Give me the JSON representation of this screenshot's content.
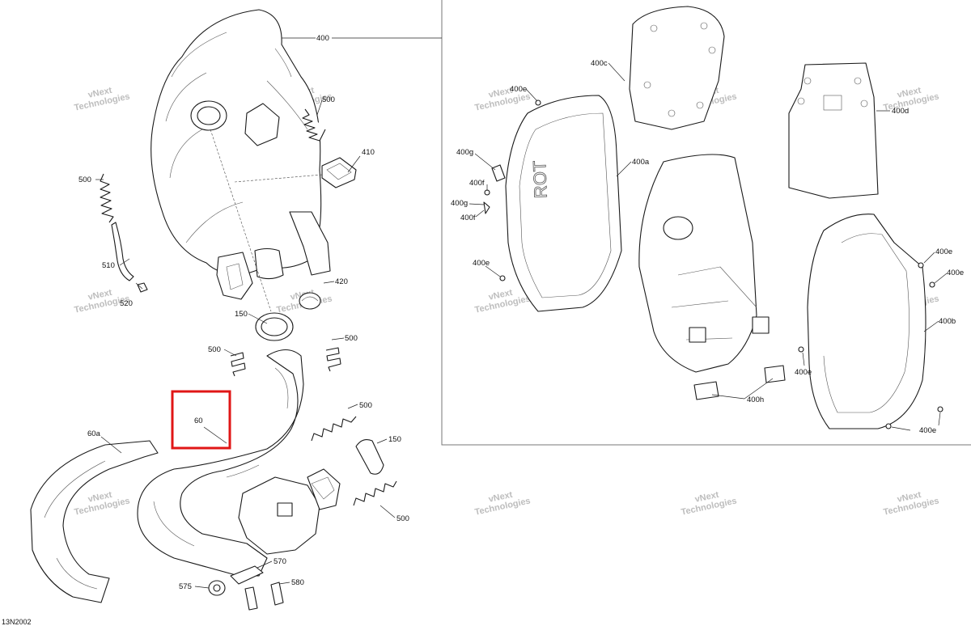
{
  "diagram": {
    "code": "13N2002",
    "watermark": {
      "line1": "vNext",
      "line2": "Technologies"
    },
    "highlight_color": "#e01616",
    "highlighted_part": "60",
    "callouts": {
      "p400": "400",
      "p500a": "500",
      "p410": "410",
      "p500b": "500",
      "p510": "510",
      "p520": "520",
      "p420": "420",
      "p150a": "150",
      "p500c": "500",
      "p500d": "500",
      "p60": "60",
      "p60a": "60a",
      "p500e": "500",
      "p150b": "150",
      "p500f": "500",
      "p570": "570",
      "p575": "575",
      "p580": "580",
      "p400c": "400c",
      "p400d": "400d",
      "p400e1": "400e",
      "p400g1": "400g",
      "p400f1": "400f",
      "p400g2": "400g",
      "p400f2": "400f",
      "p400a": "400a",
      "p400e2": "400e",
      "p400e3": "400e",
      "p400e4": "400e",
      "p400b": "400b",
      "p400e5": "400e",
      "p400h": "400h",
      "p400e6": "400e"
    }
  }
}
